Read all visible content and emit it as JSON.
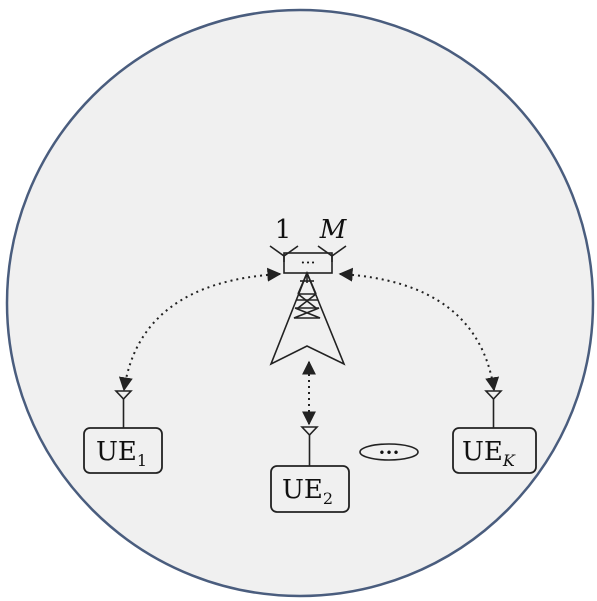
{
  "figure": {
    "antenna_labels": {
      "first": "1",
      "last": "M"
    },
    "antenna_dots": "···",
    "users": [
      {
        "base": "UE",
        "sub": "1"
      },
      {
        "base": "UE",
        "sub": "2"
      },
      {
        "base": "UE",
        "sub": "K",
        "sub_italic": true
      }
    ],
    "ellipsis": "•••",
    "colors": {
      "cell_fill": "#f0f0f0",
      "cell_border": "#4a5d7e",
      "stroke": "#222222"
    }
  }
}
